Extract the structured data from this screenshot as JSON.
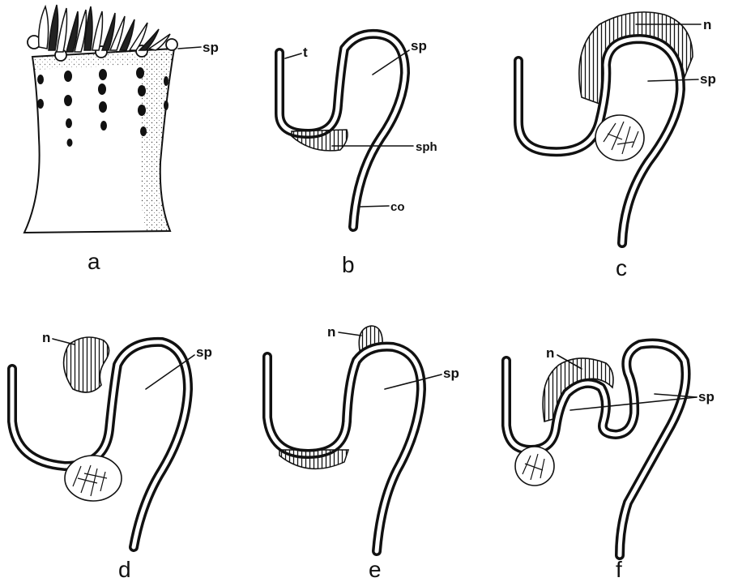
{
  "panels": {
    "a": {
      "letter": "a",
      "labels": {
        "sp": "sp"
      }
    },
    "b": {
      "letter": "b",
      "labels": {
        "t": "t",
        "sp": "sp",
        "sph": "sph",
        "co": "co"
      }
    },
    "c": {
      "letter": "c",
      "labels": {
        "n": "n",
        "sp": "sp"
      }
    },
    "d": {
      "letter": "d",
      "labels": {
        "n": "n",
        "sp": "sp"
      }
    },
    "e": {
      "letter": "e",
      "labels": {
        "n": "n",
        "sp": "sp"
      }
    },
    "f": {
      "letter": "f",
      "labels": {
        "n": "n",
        "sp": "sp"
      }
    }
  }
}
